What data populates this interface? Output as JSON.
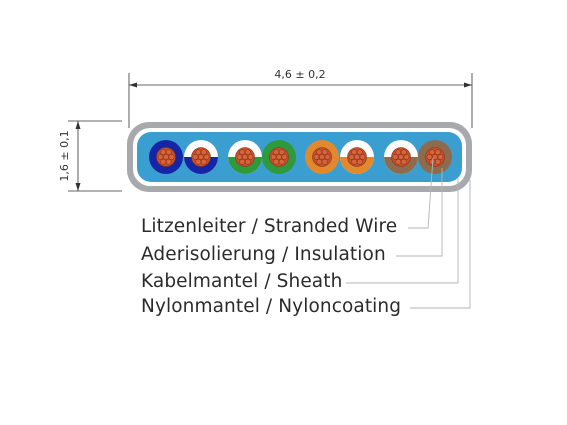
{
  "dimensions": {
    "width_label": "4,6 ± 0,2",
    "height_label": "1,6 ± 0,1"
  },
  "labels": {
    "stranded_wire": "Litzenleiter / Stranded Wire",
    "insulation": "Aderisolierung / Insulation",
    "sheath": "Kabelmantel / Sheath",
    "nyloncoating": "Nylonmantel / Nyloncoating"
  },
  "colors": {
    "nylon_coating": "#a7a9ac",
    "sheath": "#3b9ed0",
    "copper": "#c5502e",
    "leader_line": "#b4b4b4",
    "conductors": [
      {
        "name": "blue",
        "main": "#1525a8",
        "secondary": "#1525a8"
      },
      {
        "name": "white-blue",
        "main": "#ffffff",
        "secondary": "#1525a8"
      },
      {
        "name": "white-green",
        "main": "#ffffff",
        "secondary": "#2f9a3c"
      },
      {
        "name": "green",
        "main": "#2f9a3c",
        "secondary": "#2f9a3c"
      },
      {
        "name": "orange",
        "main": "#e2892d",
        "secondary": "#e2892d"
      },
      {
        "name": "white-orange",
        "main": "#ffffff",
        "secondary": "#e2892d"
      },
      {
        "name": "white-brown",
        "main": "#ffffff",
        "secondary": "#8e6b4c"
      },
      {
        "name": "brown",
        "main": "#8e6b4c",
        "secondary": "#8e6b4c"
      }
    ]
  }
}
